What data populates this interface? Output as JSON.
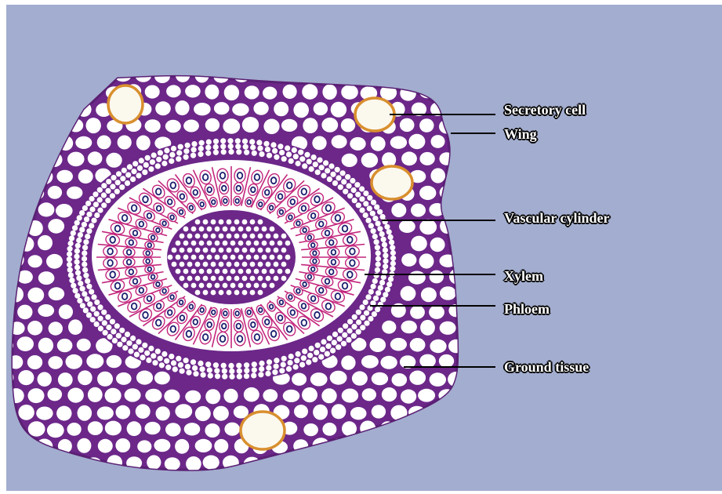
{
  "colors": {
    "background": "#a3adcf",
    "tissue": "#6c2789",
    "tissue_light": "#8a44a6",
    "cell_fill": "#ffffff",
    "xylem_wall": "#c2267c",
    "xylem_nucleus": "#1b1f6e",
    "secretory_ring": "#d98f2e",
    "leader_line": "#000000"
  },
  "labels": {
    "secretory_cell": "Secretory cell",
    "wing": "Wing",
    "vascular_cylinder": "Vascular cylinder",
    "xylem": "Xylem",
    "phloem": "Phloem",
    "ground_tissue": "Ground tissue"
  }
}
